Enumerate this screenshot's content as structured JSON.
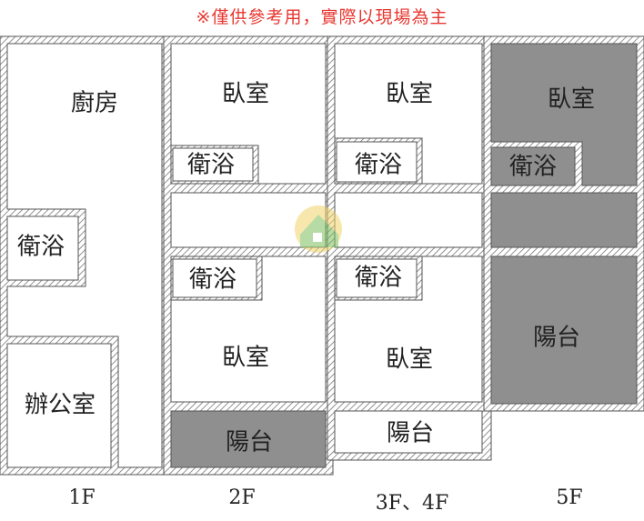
{
  "note": "※僅供參考用，實際以現場為主",
  "floors": {
    "f1": "1F",
    "f2": "2F",
    "f34": "3F、4F",
    "f5": "5F"
  },
  "rooms": {
    "f1_kitchen": "廚房",
    "f1_bath": "衛浴",
    "f1_office": "辦公室",
    "f2_bed_top": "臥室",
    "f2_bath_top": "衛浴",
    "f2_bath_bottom": "衛浴",
    "f2_bed_bottom": "臥室",
    "f2_balcony": "陽台",
    "f34_bed_top": "臥室",
    "f34_bath_top": "衛浴",
    "f34_bath_bottom": "衛浴",
    "f34_bed_bottom": "臥室",
    "f34_balcony": "陽台",
    "f5_bed": "臥室",
    "f5_bath": "衛浴",
    "f5_balcony": "陽台"
  },
  "colors": {
    "shaded": "#8f8f8f",
    "wall": "#5a5a5a",
    "note": "#e8362f"
  }
}
